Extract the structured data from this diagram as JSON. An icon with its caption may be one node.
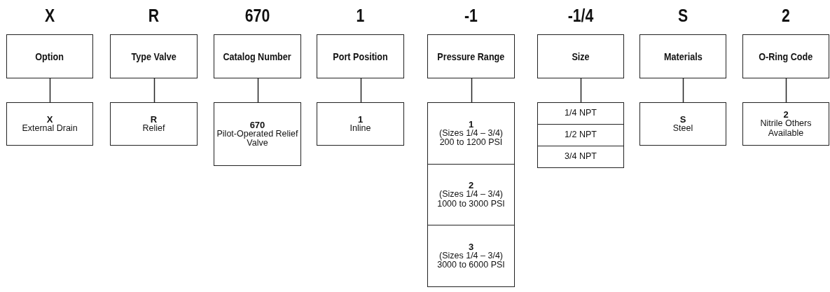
{
  "diagram": {
    "nodes": [
      {
        "text": [
          "X",
          "Option"
        ]
      },
      {
        "text": [
          "R",
          "Type Valve"
        ]
      },
      {
        "text": [
          "670",
          "Catalog Number"
        ]
      },
      {
        "text": [
          "1",
          "Port Position"
        ]
      },
      {
        "text": [
          "-1",
          "Pressure Range"
        ]
      },
      {
        "text": [
          "-1/4",
          "Size"
        ]
      },
      {
        "text": [
          "S",
          "Materials"
        ]
      },
      {
        "text": [
          "2",
          "O-Ring Code"
        ]
      },
      {
        "text": [
          "X",
          "External Drain"
        ]
      },
      {
        "text": [
          "R",
          "Relief"
        ]
      },
      {
        "text": [
          "670",
          "Pilot-Operated Relief Valve"
        ]
      },
      {
        "text": [
          "1",
          "Inline"
        ]
      },
      {
        "text": [
          "1",
          "(Sizes 1/4 – 3/4)",
          "200 to 1200 PSI"
        ]
      },
      {
        "text": [
          "2",
          "(Sizes 1/4 – 3/4)",
          "1000 to 3000 PSI"
        ]
      },
      {
        "text": [
          "3",
          "(Sizes 1/4 – 3/4)",
          "3000 to 6000 PSI"
        ]
      },
      {
        "text": [
          "1/4 NPT"
        ]
      },
      {
        "text": [
          "1/2 NPT"
        ]
      },
      {
        "text": [
          "3/4 NPT"
        ]
      },
      {
        "text": [
          "S",
          "Steel"
        ]
      },
      {
        "text": [
          "2",
          "Nitrile Others Available"
        ]
      }
    ],
    "edges": [
      {
        "from": 0,
        "to": 8,
        "arrow": "none"
      },
      {
        "from": 1,
        "to": 9,
        "arrow": "none"
      },
      {
        "from": 2,
        "to": 10,
        "arrow": "none"
      },
      {
        "from": 3,
        "to": 11,
        "arrow": "none"
      },
      {
        "from": 4,
        "to": 12,
        "arrow": "none"
      },
      {
        "from": 5,
        "to": 15,
        "arrow": "none"
      },
      {
        "from": 6,
        "to": 18,
        "arrow": "none"
      },
      {
        "from": 7,
        "to": 19,
        "arrow": "none"
      }
    ]
  }
}
